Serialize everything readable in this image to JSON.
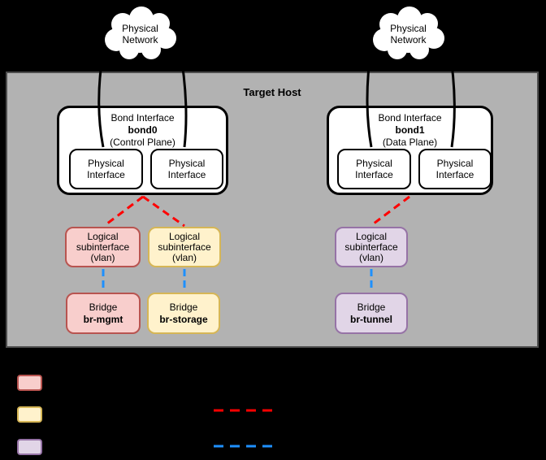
{
  "target_host": {
    "title": "Target Host"
  },
  "clouds": [
    {
      "label": "Physical Network"
    },
    {
      "label": "Physical Network"
    }
  ],
  "bonds": [
    {
      "label": "Bond Interface",
      "name": "bond0",
      "plane": "(Control Plane)",
      "interfaces": [
        "Physical Interface",
        "Physical Interface"
      ]
    },
    {
      "label": "Bond Interface",
      "name": "bond1",
      "plane": "(Data Plane)",
      "interfaces": [
        "Physical Interface",
        "Physical Interface"
      ]
    }
  ],
  "subinterfaces": [
    {
      "label": "Logical subinterface (vlan)",
      "color": "pink"
    },
    {
      "label": "Logical subinterface (vlan)",
      "color": "yellow"
    },
    {
      "label": "Logical subinterface (vlan)",
      "color": "purple"
    }
  ],
  "bridges": [
    {
      "label": "Bridge",
      "name": "br-mgmt",
      "color": "pink"
    },
    {
      "label": "Bridge",
      "name": "br-storage",
      "color": "yellow"
    },
    {
      "label": "Bridge",
      "name": "br-tunnel",
      "color": "purple"
    }
  ],
  "colors": {
    "background": "#000000",
    "host_panel": "#b2b2b2",
    "pink_fill": "#f8cecc",
    "pink_border": "#b85450",
    "yellow_fill": "#fff2cc",
    "yellow_border": "#d6b656",
    "purple_fill": "#e1d5e7",
    "purple_border": "#9673a6",
    "red_dashed_line": "#ff0000",
    "blue_dashed_line": "#1e90ff"
  },
  "legend": {
    "swatch_colors": [
      "pink",
      "yellow",
      "purple"
    ],
    "line_colors": [
      "red",
      "blue"
    ]
  }
}
